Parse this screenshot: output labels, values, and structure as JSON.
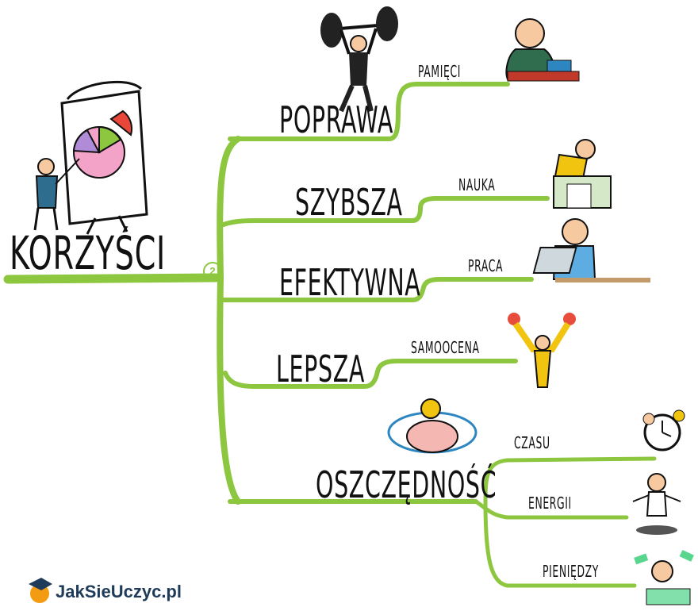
{
  "root": {
    "label": "KORZYŚCI",
    "badge": "2"
  },
  "branches": [
    {
      "label": "POPRAWA",
      "leaves": [
        "PAMIĘCI"
      ]
    },
    {
      "label": "SZYBSZA",
      "leaves": [
        "NAUKA"
      ]
    },
    {
      "label": "EFEKTYWNA",
      "leaves": [
        "PRACA"
      ]
    },
    {
      "label": "LEPSZA",
      "leaves": [
        "SAMOOCENA"
      ]
    },
    {
      "label": "OSZCZĘDNOŚĆ",
      "leaves": [
        "CZASU",
        "ENERGII",
        "PIENIĘDZY"
      ]
    }
  ],
  "logo": {
    "text": "JakSieUczyc.pl"
  },
  "colors": {
    "branch": "#8dc63f",
    "text": "#111111",
    "logo_text": "#1f3b5a"
  },
  "icons": [
    "presentation-chart-icon",
    "weightlifter-icon",
    "reading-man-icon",
    "student-desk-icon",
    "office-worker-icon",
    "cheering-person-icon",
    "piggy-bank-icon",
    "alarm-clock-icon",
    "meditating-person-icon",
    "money-rain-icon",
    "graduation-apple-logo-icon"
  ]
}
